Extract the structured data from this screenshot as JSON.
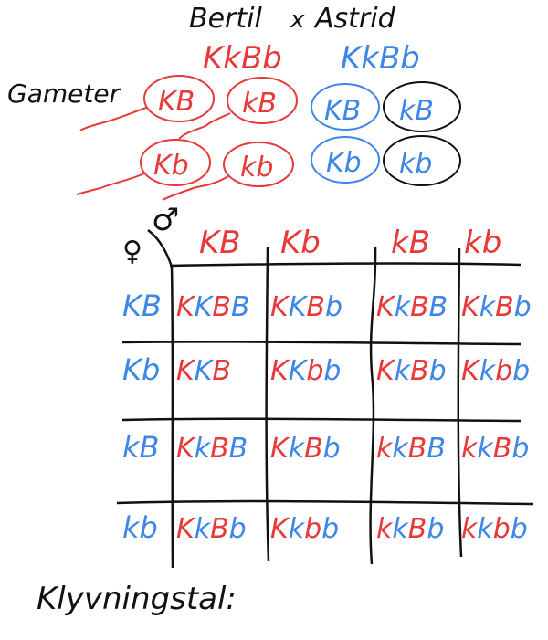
{
  "header": {
    "father": "Bertil",
    "cross_symbol": "x",
    "mother": "Astrid"
  },
  "genotypes": {
    "father": "KkBb",
    "mother": "KkBb"
  },
  "gametes_label": "Gameter",
  "gametes": {
    "father": [
      [
        "KB",
        "kB"
      ],
      [
        "Kb",
        "kb"
      ]
    ],
    "mother": [
      [
        "KB",
        "kB"
      ],
      [
        "Kb",
        "kb"
      ]
    ]
  },
  "symbols": {
    "male": "♂",
    "female": "♀"
  },
  "punnett": {
    "col_headers": [
      "KB",
      "Kb",
      "kB",
      "kb"
    ],
    "row_headers": [
      "KB",
      "Kb",
      "kB",
      "kb"
    ],
    "cells": [
      [
        "KKBB",
        "KKBb",
        "KkBB",
        "KkBb"
      ],
      [
        "KKB",
        "KKbb",
        "KkBb",
        "Kkbb"
      ],
      [
        "KkBB",
        "KkBb",
        "kkBB",
        "kkBb"
      ],
      [
        "KkBb",
        "Kkbb",
        "kkBb",
        "kkbb"
      ]
    ]
  },
  "footer_label": "Klyvningstal:",
  "colors": {
    "father": "#e8393a",
    "mother": "#3d87e6",
    "ink": "#111111"
  }
}
